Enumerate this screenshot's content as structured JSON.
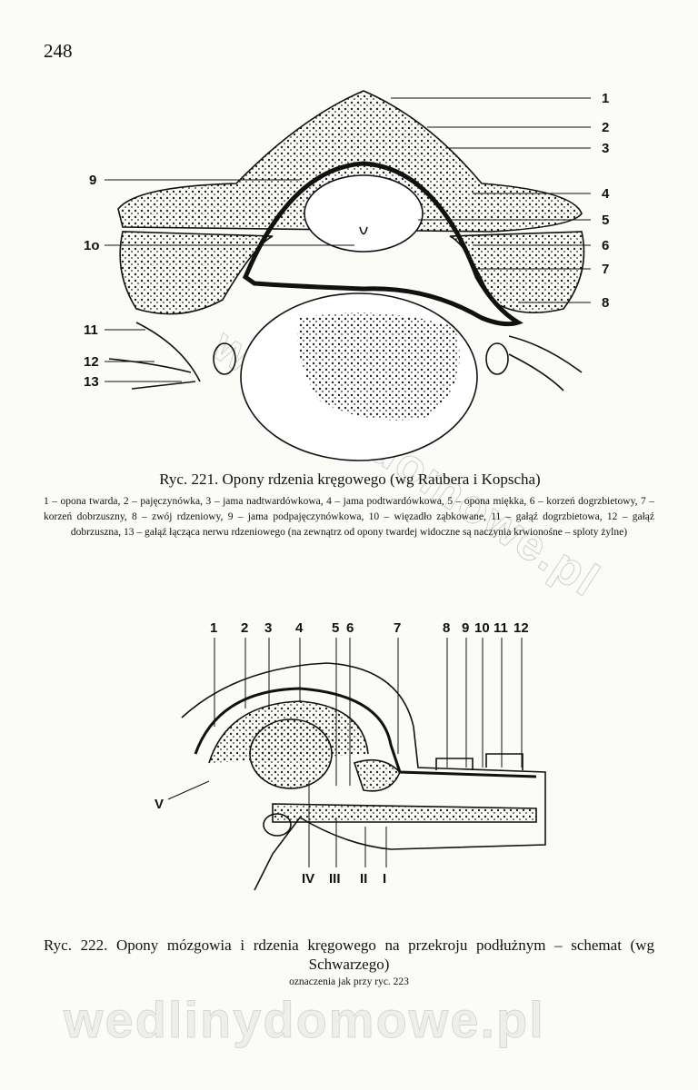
{
  "page_number": "248",
  "figure_221": {
    "labels_right": [
      "1",
      "2",
      "3",
      "4",
      "5",
      "6",
      "7",
      "8"
    ],
    "labels_left": [
      "9",
      "1o",
      "11",
      "12",
      "13"
    ],
    "title": "Ryc. 221. Opony rdzenia kręgowego (wg Raubera i Kopscha)",
    "legend": "1 – opona twarda, 2 – pajęczynówka, 3 – jama nadtwardówkowa, 4 – jama podtwardówkowa, 5 – opona miękka, 6 – korzeń dogrzbietowy, 7 – korzeń dobrzuszny, 8 – zwój rdzeniowy, 9 – jama podpajęczynówkowa, 10 – więzadło ząbkowane, 11 – gałąź dogrzbietowa, 12 – gałąź dobrzuszna, 13 – gałąź łącząca nerwu rdzeniowego (na zewnątrz od opony twardej widoczne są naczynia krwionośne – sploty żylne)"
  },
  "figure_222": {
    "labels_top": [
      "1",
      "2",
      "3",
      "4",
      "5",
      "6",
      "7",
      "8",
      "9",
      "10",
      "11",
      "12"
    ],
    "labels_bottom": [
      "V",
      "IV",
      "III",
      "II",
      "I"
    ],
    "title": "Ryc. 222. Opony mózgowia i rdzenia kręgowego na przekroju podłużnym – schemat (wg Schwarzego)",
    "note": "oznaczenia jak przy ryc. 223"
  },
  "watermark": "wedlinydomowe.pl"
}
